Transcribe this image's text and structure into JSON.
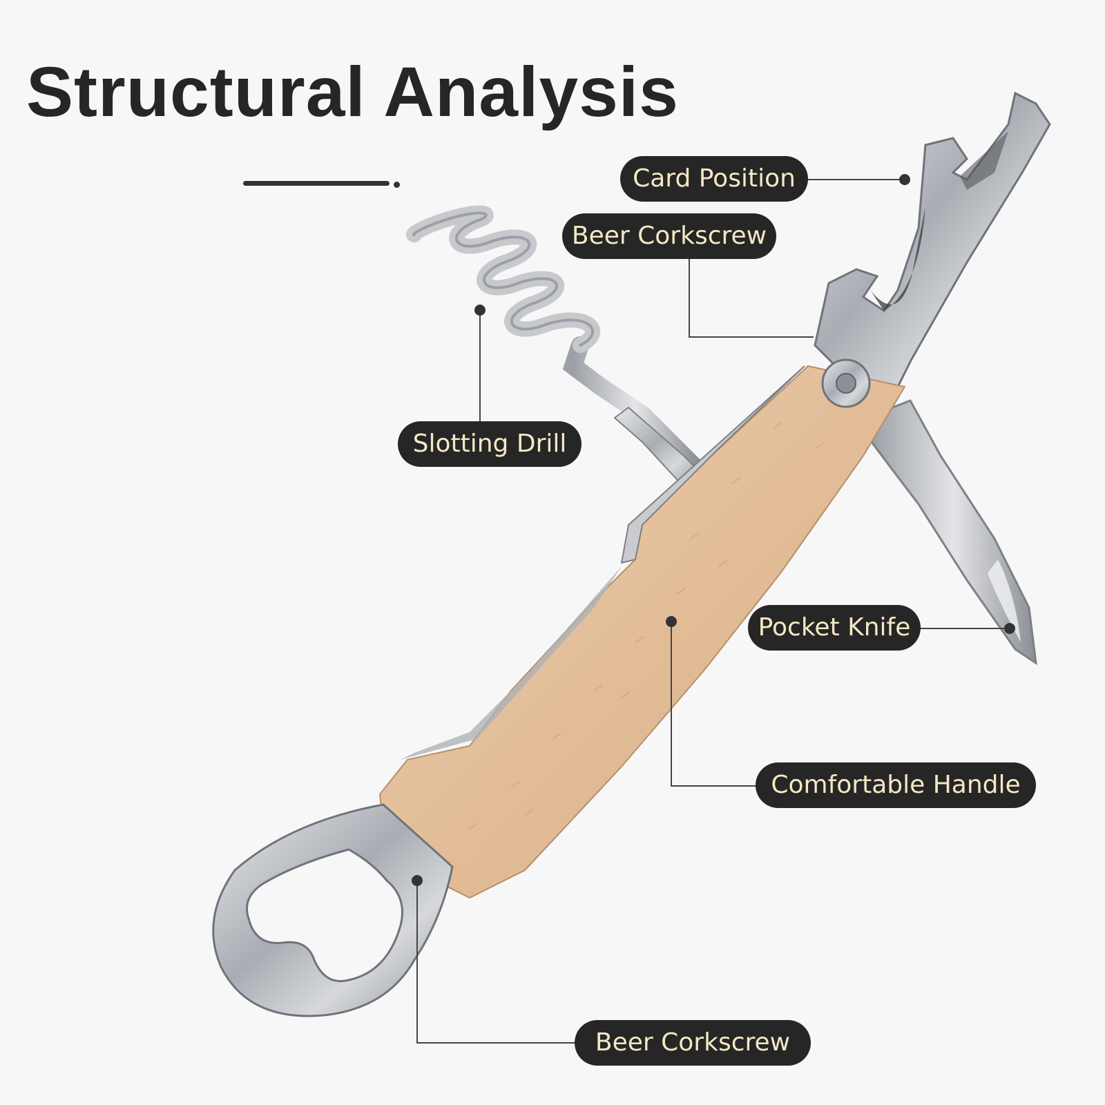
{
  "title": "Structural Analysis",
  "colors": {
    "background": "#f7f7f7",
    "label_fill": "#262626",
    "label_text": "#f4e8c4",
    "leader_line": "#444444",
    "wood": "#e3bf9a",
    "steel": "#b9bcc1"
  },
  "labels": {
    "card_position": "Card Position",
    "beer_corkscrew_top": "Beer Corkscrew",
    "slotting_drill": "Slotting Drill",
    "pocket_knife": "Pocket Knife",
    "comfortable_handle": "Comfortable Handle",
    "beer_corkscrew_bottom": "Beer Corkscrew"
  }
}
